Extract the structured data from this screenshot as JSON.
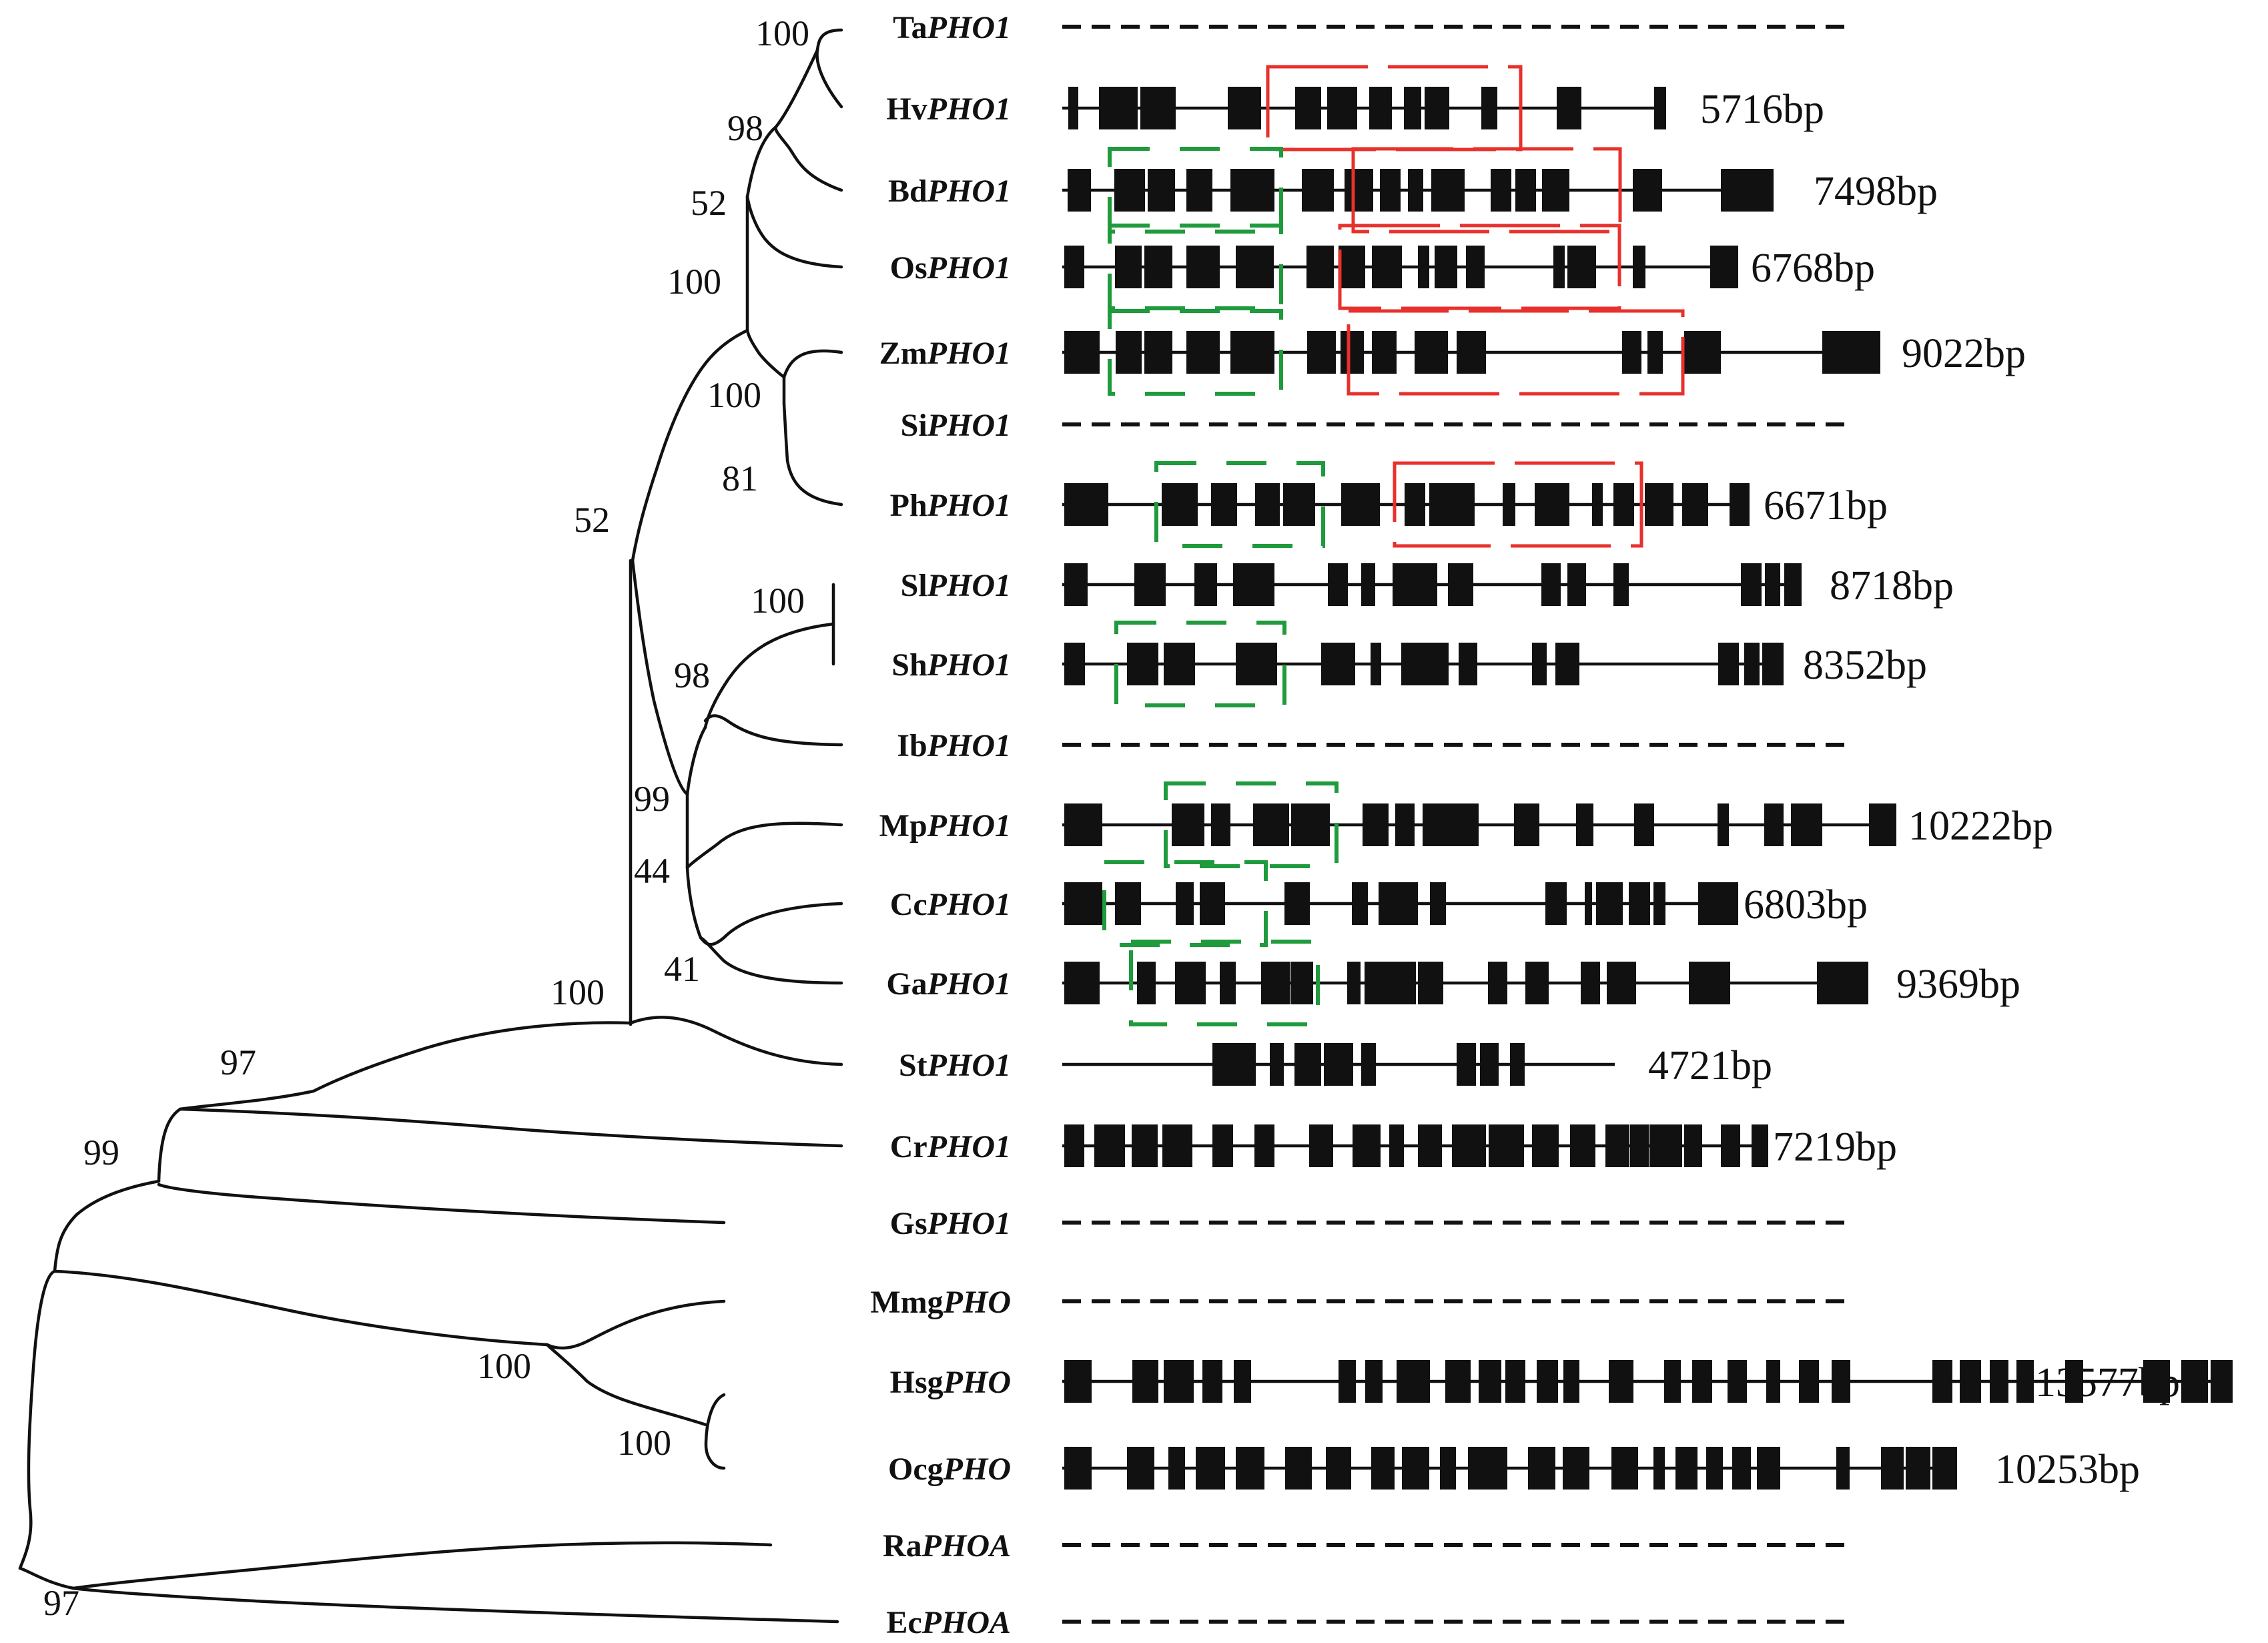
{
  "figure": {
    "colors": {
      "line": "#111111",
      "motif_red": "#e8302c",
      "motif_green": "#1f9a3c"
    },
    "bootstrap_values": [
      "100",
      "98",
      "52",
      "100",
      "100",
      "81",
      "52",
      "100",
      "98",
      "99",
      "44",
      "41",
      "100",
      "97",
      "99",
      "100",
      "100",
      "97"
    ],
    "genes": [
      {
        "prefix": "Ta",
        "suffix": "PHO1",
        "length": "",
        "structure": "absent"
      },
      {
        "prefix": "Hv",
        "suffix": "PHO1",
        "length": "5716bp",
        "structure": "shown"
      },
      {
        "prefix": "Bd",
        "suffix": "PHO1",
        "length": "7498bp",
        "structure": "shown"
      },
      {
        "prefix": "Os",
        "suffix": "PHO1",
        "length": "6768bp",
        "structure": "shown"
      },
      {
        "prefix": "Zm",
        "suffix": "PHO1",
        "length": "9022bp",
        "structure": "shown"
      },
      {
        "prefix": "Si",
        "suffix": "PHO1",
        "length": "",
        "structure": "absent"
      },
      {
        "prefix": "Ph",
        "suffix": "PHO1",
        "length": "6671bp",
        "structure": "shown"
      },
      {
        "prefix": "Sl",
        "suffix": "PHO1",
        "length": "8718bp",
        "structure": "shown"
      },
      {
        "prefix": "Sh",
        "suffix": "PHO1",
        "length": "8352bp",
        "structure": "shown"
      },
      {
        "prefix": "Ib",
        "suffix": "PHO1",
        "length": "",
        "structure": "absent"
      },
      {
        "prefix": "Mp",
        "suffix": "PHO1",
        "length": "10222bp",
        "structure": "shown"
      },
      {
        "prefix": "Cc",
        "suffix": "PHO1",
        "length": "6803bp",
        "structure": "shown"
      },
      {
        "prefix": "Ga",
        "suffix": "PHO1",
        "length": "9369bp",
        "structure": "shown"
      },
      {
        "prefix": "St",
        "suffix": "PHO1",
        "length": "4721bp",
        "structure": "shown"
      },
      {
        "prefix": "Cr",
        "suffix": "PHO1",
        "length": "7219bp",
        "structure": "shown"
      },
      {
        "prefix": "Gs",
        "suffix": "PHO1",
        "length": "",
        "structure": "absent"
      },
      {
        "prefix": "Mmg",
        "suffix": "PHO",
        "length": "",
        "structure": "absent"
      },
      {
        "prefix": "Hsg",
        "suffix": "PHO",
        "length": "13577bp",
        "structure": "shown"
      },
      {
        "prefix": "Ocg",
        "suffix": "PHO",
        "length": "10253bp",
        "structure": "shown"
      },
      {
        "prefix": "Ra",
        "suffix": "PHOA",
        "length": "",
        "structure": "absent"
      },
      {
        "prefix": "Ec",
        "suffix": "PHOA",
        "length": "",
        "structure": "absent"
      }
    ]
  }
}
